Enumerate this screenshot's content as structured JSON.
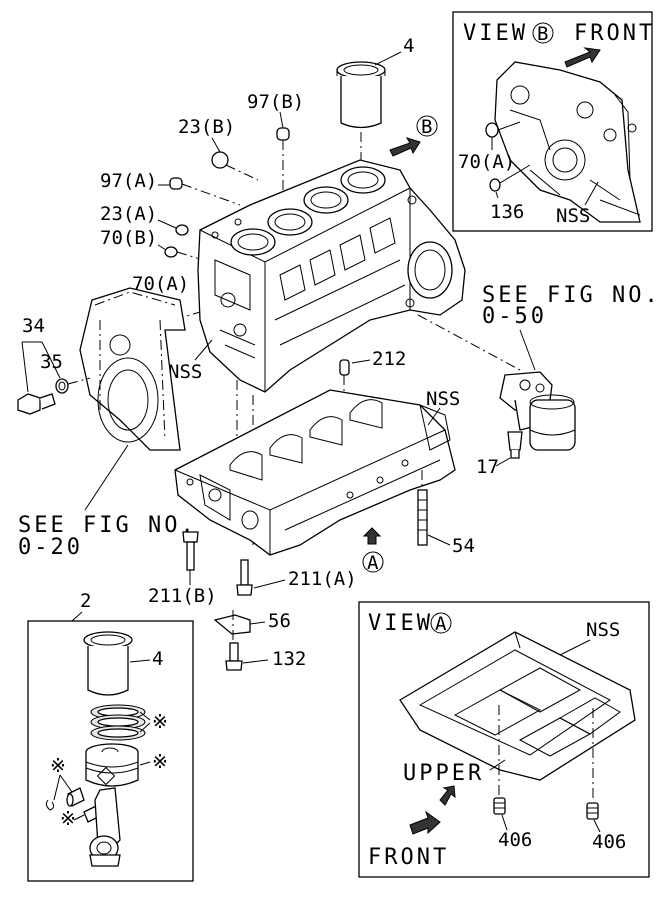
{
  "view_b": {
    "title": "VIEW",
    "letter": "B",
    "front": "FRONT",
    "labels": {
      "p70a": "70(A)",
      "p136": "136",
      "nss": "NSS"
    }
  },
  "view_a": {
    "title": "VIEW",
    "letter": "A",
    "front": "FRONT",
    "labels": {
      "nss": "NSS",
      "upper": "UPPER",
      "p406_left": "406",
      "p406_right": "406"
    }
  },
  "main": {
    "labels": {
      "p4": "4",
      "p97b": "97(B)",
      "p23b": "23(B)",
      "view_b_marker": "B",
      "p97a": "97(A)",
      "p23a": "23(A)",
      "p70b": "70(B)",
      "p70a": "70(A)",
      "p34": "34",
      "p35": "35",
      "nss_left": "NSS",
      "p212": "212",
      "nss_right": "NSS",
      "p17": "17",
      "p54": "54",
      "view_a_marker": "A",
      "p211a": "211(A)",
      "p211b": "211(B)",
      "p56": "56",
      "p132": "132"
    },
    "see_fig_050": {
      "line1": "SEE FIG NO.",
      "line2": "0-50"
    },
    "see_fig_020": {
      "line1": "SEE FIG NO.",
      "line2": "0-20"
    }
  },
  "kit": {
    "number": "2",
    "labels": {
      "p4": "4",
      "star_rings": "※",
      "star_piston": "※",
      "star_pin": "※",
      "star_bearing": "※"
    }
  }
}
